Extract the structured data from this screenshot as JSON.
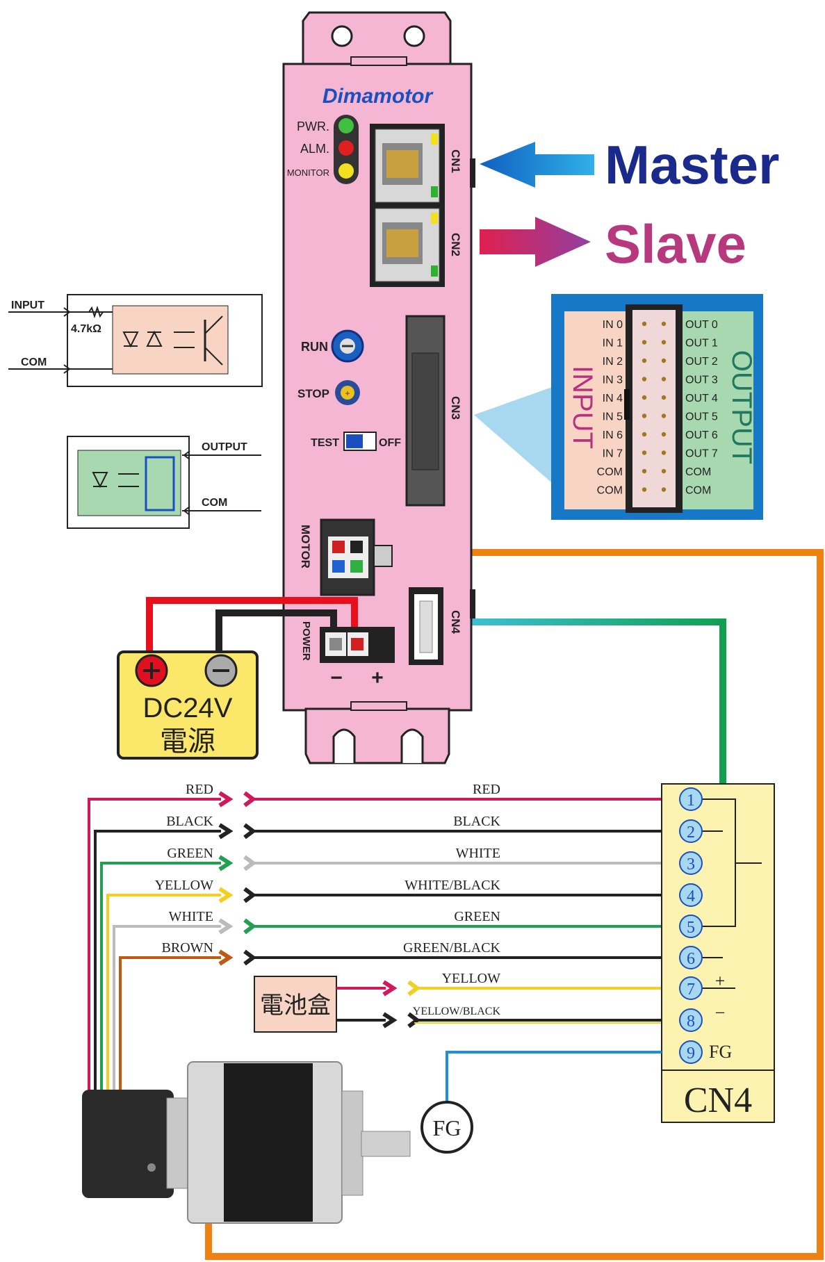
{
  "brand": "Dimamotor",
  "leds": {
    "pwr": "PWR.",
    "alm": "ALM.",
    "monitor": "MONITOR"
  },
  "connectors": {
    "cn1": "CN1",
    "cn2": "CN2",
    "cn3": "CN3",
    "cn4": "CN4",
    "motor": "MOTOR",
    "power": "POWER"
  },
  "controls": {
    "run": "RUN",
    "stop": "STOP",
    "test": "TEST",
    "off": "OFF"
  },
  "polarity": {
    "minus": "−",
    "plus": "+"
  },
  "network": {
    "master": "Master",
    "slave": "Slave"
  },
  "colors": {
    "body": "#f5b6d4",
    "master": "#1a2a8c",
    "slave": "#b8387e",
    "cable_orange": "#f08010",
    "cable_teal": "#20a0a8"
  },
  "input_circuit": {
    "input": "INPUT",
    "resistor": "4.7kΩ",
    "com": "COM"
  },
  "output_circuit": {
    "output": "OUTPUT",
    "com": "COM"
  },
  "cn3_pinout": {
    "input_title": "INPUT",
    "output_title": "OUTPUT",
    "inputs": [
      "IN 0",
      "IN 1",
      "IN 2",
      "IN 3",
      "IN 4",
      "IN 5",
      "IN 6",
      "IN 7",
      "COM",
      "COM"
    ],
    "outputs": [
      "OUT 0",
      "OUT 1",
      "OUT 2",
      "OUT 3",
      "OUT 4",
      "OUT 5",
      "OUT 6",
      "OUT 7",
      "COM",
      "COM"
    ]
  },
  "power_supply": {
    "voltage": "DC24V",
    "label": "電源"
  },
  "encoder_wires": {
    "left": [
      "RED",
      "BLACK",
      "GREEN",
      "YELLOW",
      "WHITE",
      "BROWN"
    ],
    "right": [
      "RED",
      "BLACK",
      "WHITE",
      "WHITE/BLACK",
      "GREEN",
      "GREEN/BLACK"
    ]
  },
  "battery": {
    "label": "電池盒",
    "wires": [
      "YELLOW",
      "YELLOW/BLACK"
    ]
  },
  "cn4_block": {
    "pins": [
      "1",
      "2",
      "3",
      "4",
      "5",
      "6",
      "7",
      "8",
      "9"
    ],
    "fg": "FG",
    "title": "CN4",
    "plus": "+",
    "minus": "−"
  },
  "fg_label": "FG"
}
